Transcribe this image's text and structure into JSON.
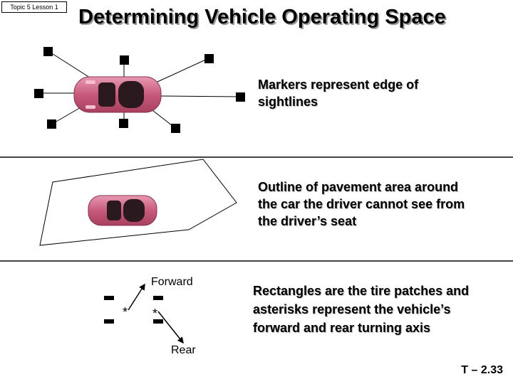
{
  "header": {
    "topic_label": "Topic 5 Lesson 1",
    "title": "Determining Vehicle Operating Space"
  },
  "sections": {
    "sightlines": {
      "caption_line1": "Markers represent edge of",
      "caption_line2": "sightlines"
    },
    "pavement": {
      "caption_line1": "Outline of pavement area around",
      "caption_line2": "the car the driver cannot see from",
      "caption_line3": "the driver’s seat"
    },
    "axis": {
      "forward_label": "Forward",
      "rear_label": "Rear",
      "asterisk": "*",
      "caption_line1": "Rectangles are the tire patches and",
      "caption_line2": "asterisks represent the vehicle’s",
      "caption_line3": "forward and rear turning axis"
    }
  },
  "footer": {
    "slide_number": "T – 2.33"
  },
  "colors": {
    "car_body": "#c85a7c",
    "car_highlight": "#e89ab2",
    "car_window": "#2a1a20",
    "marker": "#000000",
    "title_shadow": "#9a9a9a"
  }
}
